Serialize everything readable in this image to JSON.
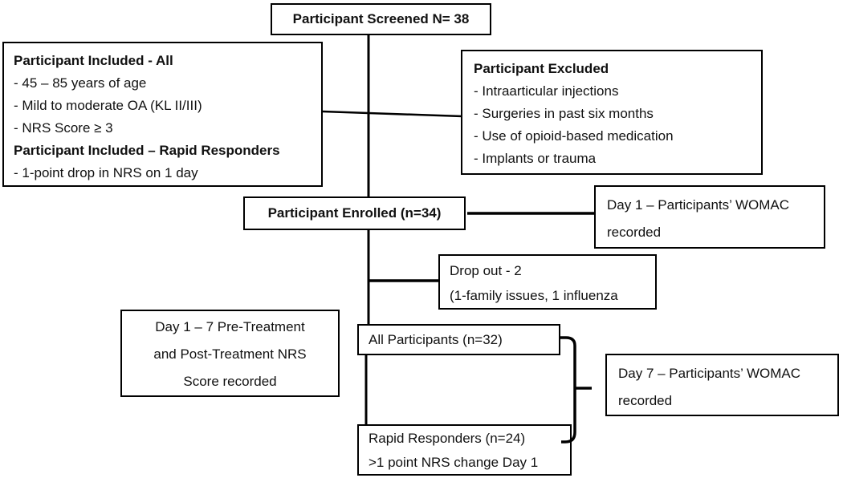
{
  "colors": {
    "box_border": "#000000",
    "connector": "#000000",
    "text": "#111111",
    "background": "#ffffff"
  },
  "boxes": {
    "screened": {
      "label": "Participant Screened N= 38"
    },
    "included": {
      "heading_all": "Participant Included - All",
      "criteria_all": [
        "- 45 – 85 years of age",
        "- Mild to moderate OA (KL II/III)",
        "- NRS Score ≥ 3"
      ],
      "heading_rapid": "Participant Included – Rapid Responders",
      "criteria_rapid": [
        "- 1-point drop in NRS on 1 day"
      ]
    },
    "excluded": {
      "heading": "Participant Excluded",
      "criteria": [
        "- Intraarticular injections",
        "- Surgeries in past six months",
        "- Use of opioid-based medication",
        "- Implants or trauma"
      ]
    },
    "enrolled": {
      "label": "Participant Enrolled (n=34)"
    },
    "day1_womac": {
      "lines": [
        "Day 1 – Participants’ WOMAC",
        "recorded"
      ]
    },
    "dropout": {
      "lines": [
        "Drop out - 2",
        "(1-family issues, 1 influenza"
      ]
    },
    "nrs_recording": {
      "lines": [
        "Day 1 – 7 Pre-Treatment",
        "and Post-Treatment NRS",
        "Score recorded"
      ]
    },
    "all_participants": {
      "label": "All Participants (n=32)"
    },
    "day7_womac": {
      "lines": [
        "Day 7 – Participants’ WOMAC",
        "recorded"
      ]
    },
    "rapid_responders": {
      "lines": [
        "Rapid Responders (n=24)",
        ">1 point NRS change Day 1"
      ]
    }
  }
}
